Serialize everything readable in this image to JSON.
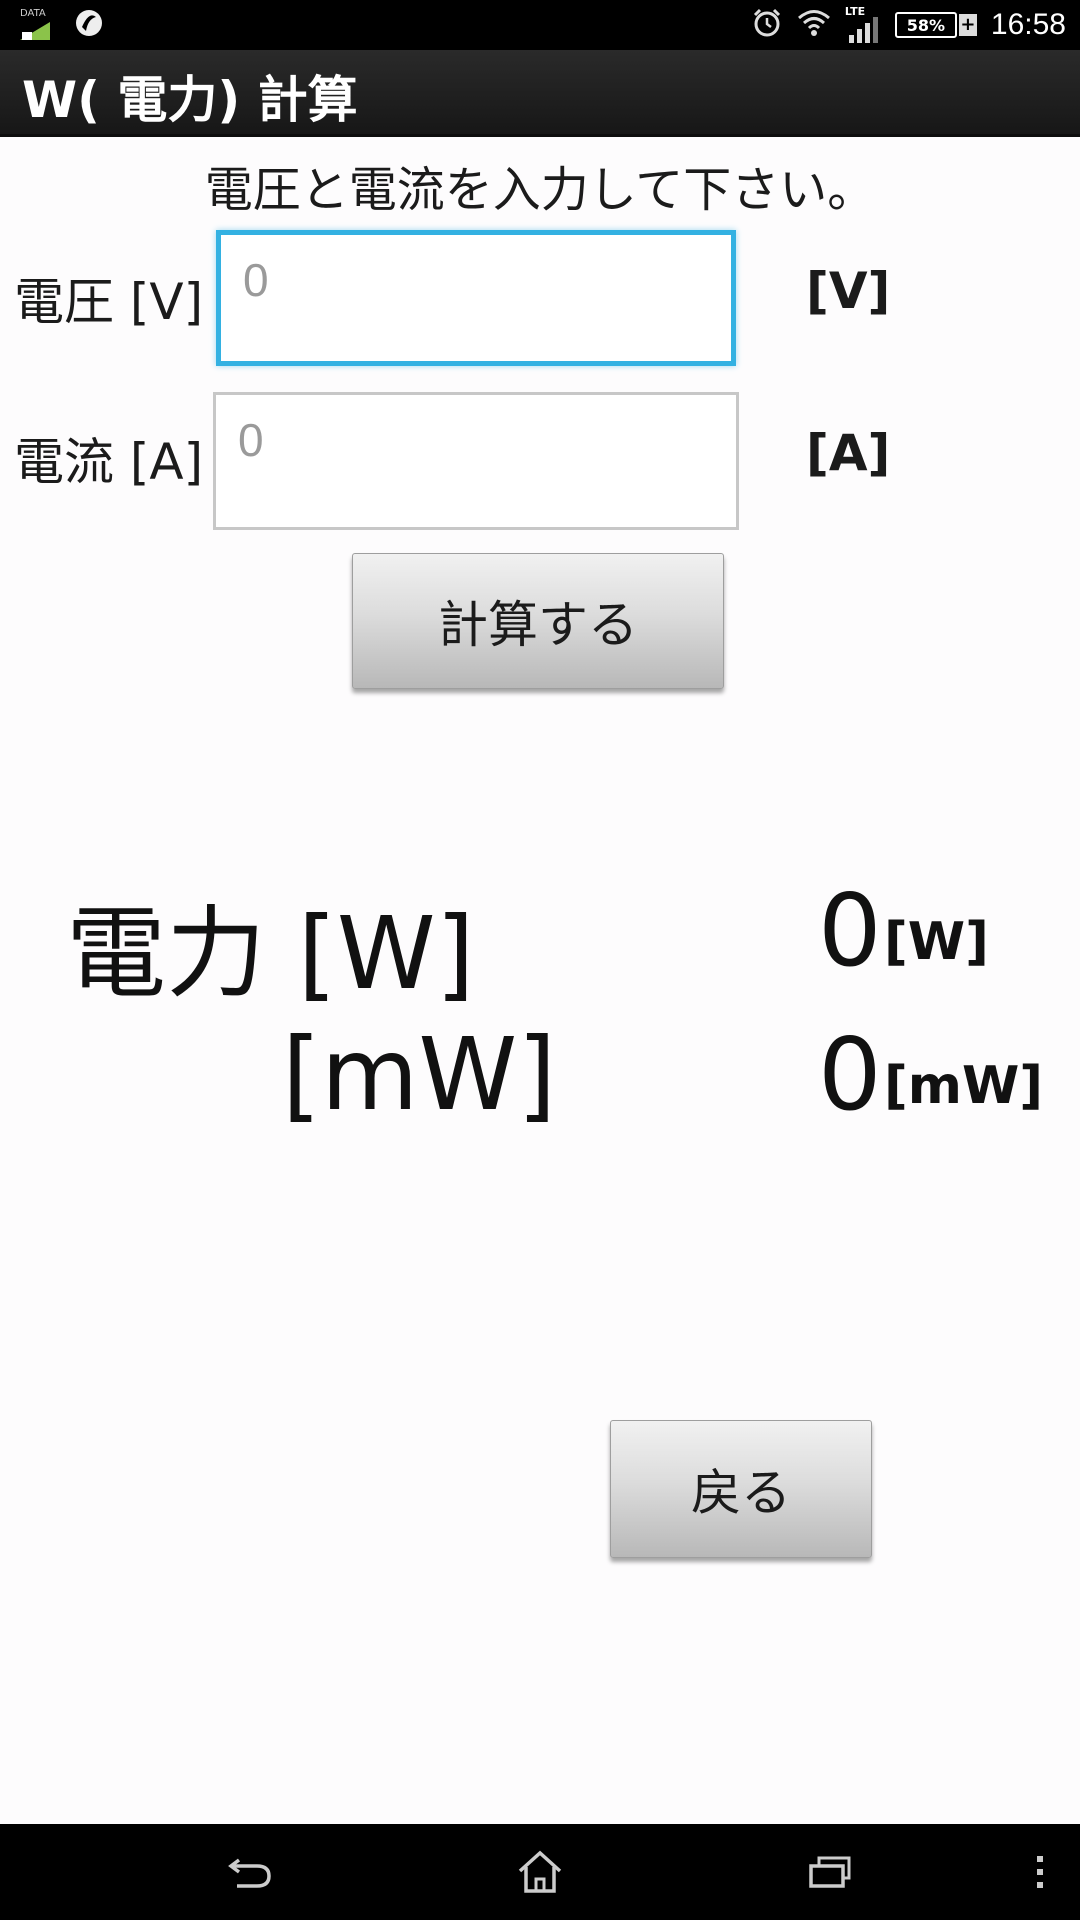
{
  "status": {
    "data_label": "DATA",
    "network": "LTE",
    "battery": "58%",
    "battery_plus": "+",
    "time": "16:58"
  },
  "header": {
    "title": "W( 電力) 計算"
  },
  "form": {
    "prompt": "電圧と電流を入力して下さい。",
    "voltage": {
      "label": "電圧 [V]",
      "placeholder": "0",
      "unit": "[V]"
    },
    "current": {
      "label": "電流 [A]",
      "placeholder": "0",
      "unit": "[A]"
    },
    "calc_button": "計算する"
  },
  "result": {
    "label_w": "電力 [W]",
    "label_mw": "[mW]",
    "value_w": "0",
    "unit_w": "[W]",
    "value_mw": "0",
    "unit_mw": "[mW]"
  },
  "back_button": "戻る",
  "icons": {
    "status_left": [
      "data-sim-icon",
      "app-notification-icon"
    ],
    "status_right": [
      "alarm-icon",
      "wifi-icon",
      "signal-icon",
      "battery-icon"
    ],
    "nav": [
      "back-icon",
      "home-icon",
      "recent-apps-icon",
      "overflow-menu-icon"
    ]
  }
}
